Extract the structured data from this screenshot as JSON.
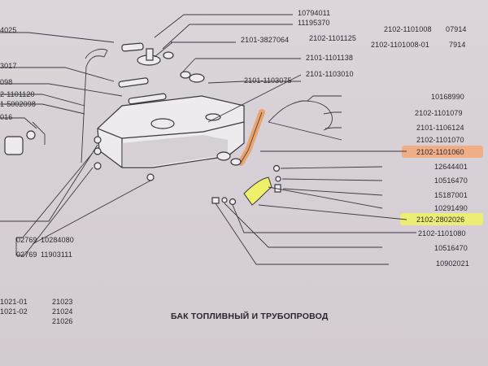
{
  "diagram": {
    "title": "БАК ТОПЛИВНЫЙ И ТРУБОПРОВОД",
    "highlight_colors": {
      "orange": "#f4a878",
      "yellow": "#eef06a",
      "hose": "#e9a36c"
    },
    "labels": {
      "l_4025": "4025",
      "r_10794011": "10794011",
      "r_11195370": "11195370",
      "r_2102_1101008": "2102-1101008",
      "r_07914": "07914",
      "r_2101_3827064": "2101-3827064",
      "r_2102_1101125": "2102-1101125",
      "r_2102_1101008_01": "2102-1101008-01",
      "r_7914": "7914",
      "l_3017": "3017",
      "r_2101_1101138": "2101-1101138",
      "l_098": "098",
      "r_2101_1103075": "2101-1103075",
      "r_2101_1103010": "2101-1103010",
      "l_1101120": "2-1101120",
      "l_5002098": "1-5002098",
      "r_10168990": "10168990",
      "r_2102_1101079": "2102-1101079",
      "l_016": "016",
      "r_2101_1106124": "2101-1106124",
      "r_2102_1101070": "2102-1101070",
      "r_2102_1101060": "2102-1101060",
      "r_12644401": "12644401",
      "r_10516470_a": "10516470",
      "r_15187001": "15187001",
      "r_10291490": "10291490",
      "r_2102_2802026": "2102-2802026",
      "l_02769_a": "02769",
      "r_2102_1101080": "2102-1101080",
      "c_10284080": "10284080",
      "r_10516470_b": "10516470",
      "l_02769_b": "02769",
      "c_11903111": "11903111",
      "r_10902021": "10902021",
      "m_1021_01": "1021-01",
      "m_21023": "21023",
      "m_1021_02": "1021-02",
      "m_21024": "21024",
      "m_21026": "21026"
    }
  }
}
